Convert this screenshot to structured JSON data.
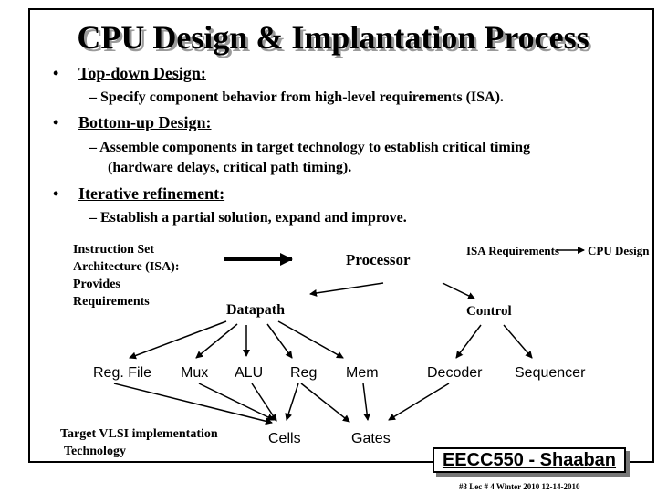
{
  "title": "CPU Design & Implantation Process",
  "bullets": [
    {
      "heading": "Top-down Design:",
      "sub": [
        "– Specify component behavior from high-level requirements (ISA)."
      ]
    },
    {
      "heading": "Bottom-up Design:",
      "sub": [
        "– Assemble components in target technology to establish critical timing",
        "(hardware delays, critical path timing)."
      ]
    },
    {
      "heading": "Iterative refinement:",
      "sub": [
        "– Establish a partial solution, expand and improve."
      ]
    }
  ],
  "diagram": {
    "isa_note": [
      "Instruction Set",
      "Architecture (ISA):",
      "Provides",
      "Requirements"
    ],
    "processor": "Processor",
    "isa_requirements": "ISA Requirements",
    "cpu_design": "CPU Design",
    "datapath": "Datapath",
    "control": "Control",
    "datapath_parts": [
      "Reg. File",
      "Mux",
      "ALU",
      "Reg",
      "Mem"
    ],
    "control_parts": [
      "Decoder",
      "Sequencer"
    ],
    "vlsi_note": [
      "Target VLSI implementation",
      "Technology"
    ],
    "cells": "Cells",
    "gates": "Gates"
  },
  "footer": {
    "brand": "EECC550 - Shaaban",
    "info": "#3 Lec # 4 Winter 2010 12-14-2010"
  },
  "colors": {
    "text": "#000000",
    "shadow": "#9a9a9a",
    "background": "#ffffff"
  }
}
